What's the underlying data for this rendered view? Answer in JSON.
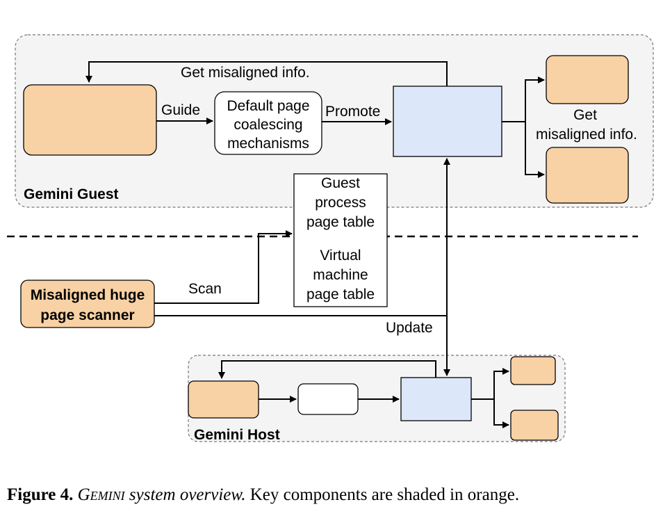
{
  "guest": {
    "region_label": "Gemini Guest",
    "feedback_label": "Get misaligned info.",
    "guide_label": "Guide",
    "default_mech_line1": "Default page",
    "default_mech_line2": "coalescing",
    "default_mech_line3": "mechanisms",
    "promote_label": "Promote",
    "get_info_line1": "Get",
    "get_info_line2": "misaligned info."
  },
  "page_tables": {
    "guest_line1": "Guest",
    "guest_line2": "process",
    "guest_line3": "page table",
    "vm_line1": "Virtual",
    "vm_line2": "machine",
    "vm_line3": "page table"
  },
  "scanner": {
    "line1": "Misaligned huge",
    "line2": "page scanner",
    "scan_label": "Scan",
    "update_label": "Update"
  },
  "host": {
    "region_label": "Gemini Host"
  },
  "caption": {
    "figure": "Figure 4.",
    "name": "Gemini",
    "title": " system overview.",
    "body": " Key components are shaded in orange."
  },
  "colors": {
    "orange": "#f8d1a5",
    "blue": "#dce7f9",
    "region_bg": "#f4f4f4"
  }
}
